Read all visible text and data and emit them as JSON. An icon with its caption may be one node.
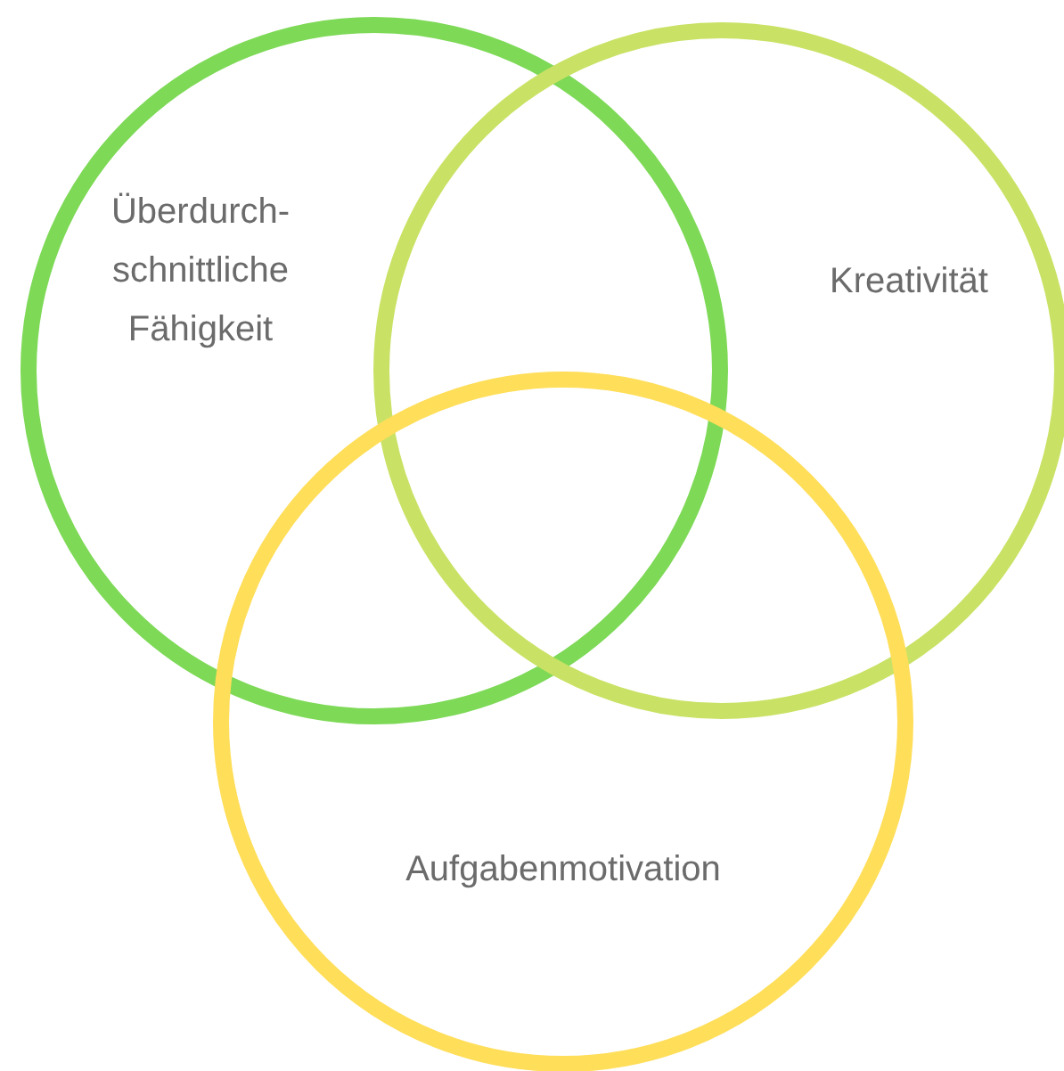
{
  "diagram": {
    "nodes": [
      {
        "text": [
          "Überdurch- schnittliche Fähigkeit"
        ]
      },
      {
        "text": [
          "Kreativität"
        ]
      },
      {
        "text": [
          "Aufgabenmotivation"
        ]
      }
    ]
  }
}
